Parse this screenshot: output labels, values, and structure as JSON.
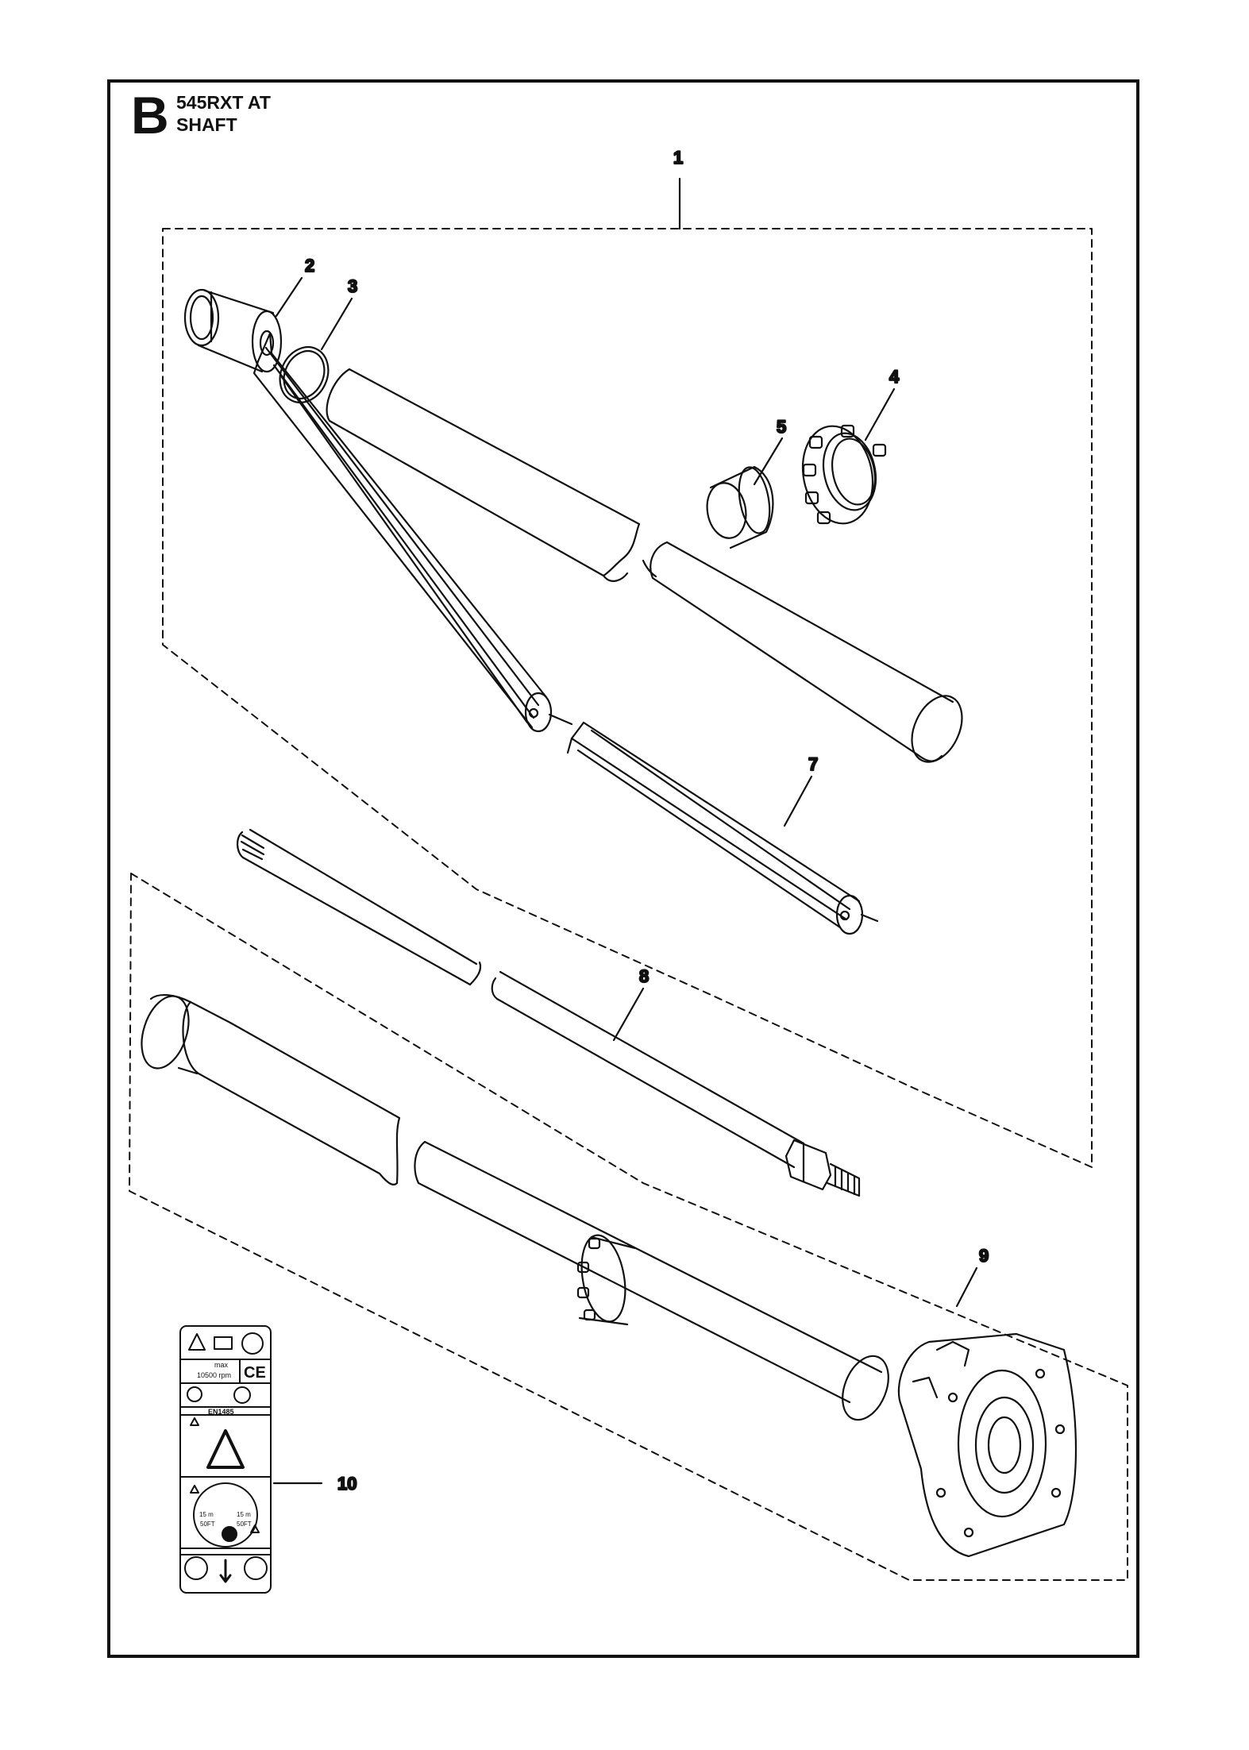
{
  "header": {
    "letter": "B",
    "model": "545RXT AT",
    "section": "SHAFT"
  },
  "callouts": [
    "1",
    "2",
    "3",
    "4",
    "5",
    "7",
    "8",
    "9",
    "10"
  ],
  "decal_text": {
    "rpm_max": "max",
    "rpm_value": "10500 rpm",
    "ce_mark": "CE",
    "standard": "EN1485",
    "dist_left": "15 m",
    "dist_left_ft": "50FT",
    "dist_right": "15 m",
    "dist_right_ft": "50FT"
  },
  "colors": {
    "line": "#111111",
    "background": "#ffffff"
  }
}
